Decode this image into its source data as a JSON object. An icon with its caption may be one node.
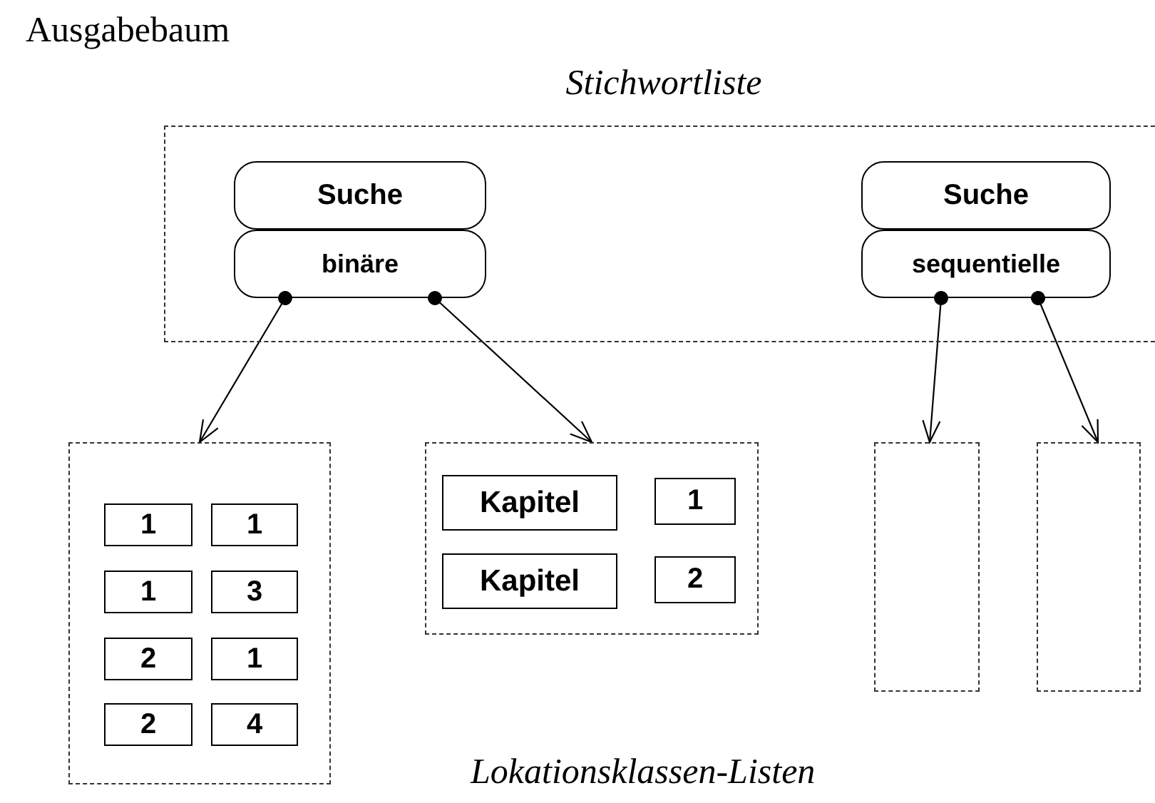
{
  "diagram": {
    "title": "Ausgabebaum",
    "nodes": [
      {
        "text": [
          "Stichwortliste"
        ]
      },
      {
        "text": [
          "Suche"
        ],
        "in": 0
      },
      {
        "text": [
          "binäre"
        ],
        "in": 0
      },
      {
        "text": [
          "Suche"
        ],
        "in": 0
      },
      {
        "text": [
          "sequentielle"
        ],
        "in": 0
      },
      {
        "text": [],
        "shape": "box"
      },
      {
        "text": [
          "1"
        ],
        "in": 5
      },
      {
        "text": [
          "1"
        ],
        "in": 5
      },
      {
        "text": [
          "1"
        ],
        "in": 5
      },
      {
        "text": [
          "3"
        ],
        "in": 5
      },
      {
        "text": [
          "2"
        ],
        "in": 5
      },
      {
        "text": [
          "1"
        ],
        "in": 5
      },
      {
        "text": [
          "2"
        ],
        "in": 5
      },
      {
        "text": [
          "4"
        ],
        "in": 5
      },
      {
        "text": [],
        "shape": "box"
      },
      {
        "text": [
          "Kapitel"
        ],
        "in": 14
      },
      {
        "text": [
          "1"
        ],
        "in": 14
      },
      {
        "text": [
          "Kapitel"
        ],
        "in": 14
      },
      {
        "text": [
          "2"
        ],
        "in": 14
      },
      {
        "text": [],
        "shape": "box"
      },
      {
        "text": [],
        "shape": "box"
      }
    ],
    "edges": [
      {
        "from": 2,
        "to": 5,
        "arrow": "to"
      },
      {
        "from": 2,
        "to": 14,
        "arrow": "to"
      },
      {
        "from": 4,
        "to": 19,
        "arrow": "to"
      },
      {
        "from": 4,
        "to": 20,
        "arrow": "to"
      }
    ],
    "labels": [
      "Lokationsklassen-Listen"
    ]
  }
}
